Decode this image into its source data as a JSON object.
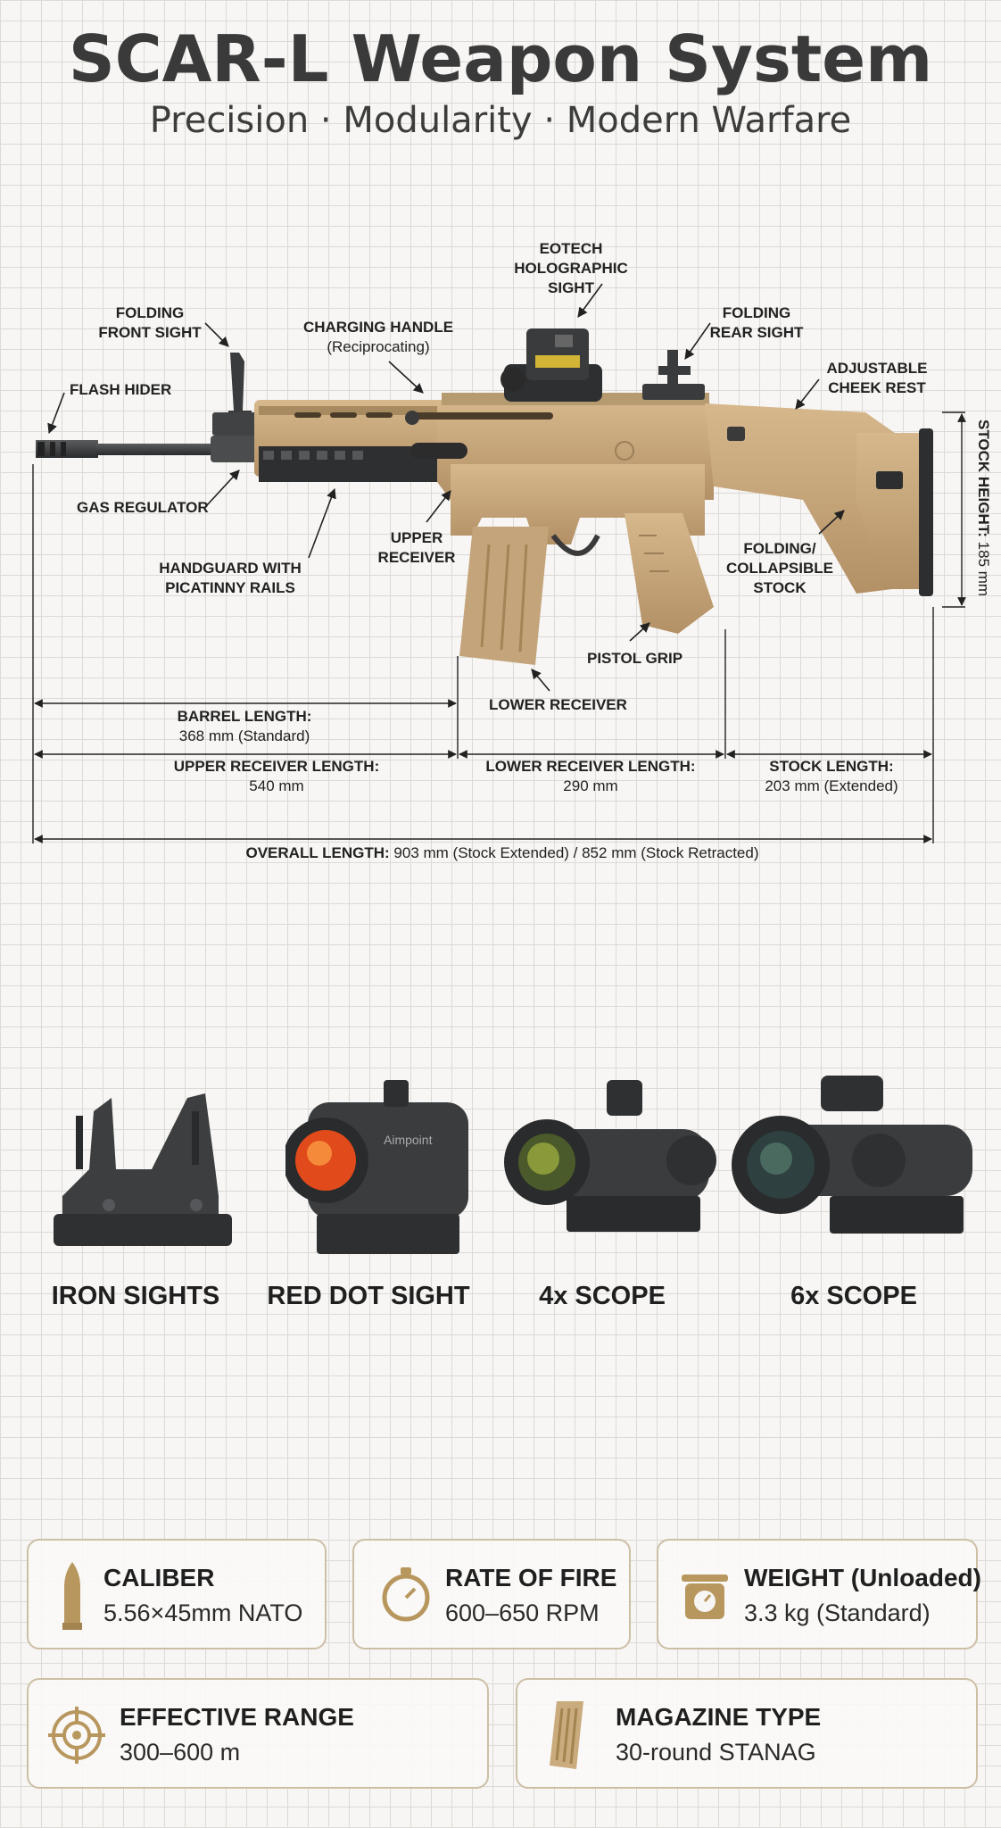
{
  "header": {
    "title": "SCAR-L Weapon System",
    "subtitle": "Precision · Modularity · Modern Warfare"
  },
  "callouts": {
    "eotech": [
      "EOTECH",
      "HOLOGRAPHIC",
      "SIGHT"
    ],
    "front_sight": [
      "FOLDING",
      "FRONT SIGHT"
    ],
    "charging_handle": "CHARGING HANDLE",
    "charging_handle_sub": "(Reciprocating)",
    "rear_sight": [
      "FOLDING",
      "REAR SIGHT"
    ],
    "cheek_rest": [
      "ADJUSTABLE",
      "CHEEK REST"
    ],
    "flash_hider": "FLASH HIDER",
    "gas_regulator": "GAS REGULATOR",
    "handguard": [
      "HANDGUARD WITH",
      "PICATINNY RAILS"
    ],
    "upper_receiver": [
      "UPPER",
      "RECEIVER"
    ],
    "stock": [
      "FOLDING/",
      "COLLAPSIBLE",
      "STOCK"
    ],
    "pistol_grip": "PISTOL GRIP",
    "lower_receiver": "LOWER RECEIVER"
  },
  "dimensions": {
    "barrel_label": "BARREL LENGTH:",
    "barrel_value": "368 mm (Standard)",
    "upper_label": "UPPER RECEIVER LENGTH:",
    "upper_value": "540 mm",
    "lower_label": "LOWER RECEIVER LENGTH:",
    "lower_value": "290 mm",
    "stock_label": "STOCK LENGTH:",
    "stock_value": "203 mm (Extended)",
    "overall_label": "OVERALL LENGTH:",
    "overall_value": "903 mm (Stock Extended) / 852 mm (Stock Retracted)",
    "stock_height_label": "STOCK HEIGHT:",
    "stock_height_value": "185 mm"
  },
  "optics": [
    {
      "label": "IRON SIGHTS",
      "icon": "iron-sights-icon"
    },
    {
      "label": "RED DOT SIGHT",
      "icon": "red-dot-sight-icon",
      "brand": "Aimpoint"
    },
    {
      "label": "4x SCOPE",
      "icon": "4x-scope-icon"
    },
    {
      "label": "6x SCOPE",
      "icon": "6x-scope-icon"
    }
  ],
  "specs": {
    "caliber": {
      "label": "CALIBER",
      "value": "5.56×45mm NATO",
      "icon": "bullet-icon"
    },
    "rate_of_fire": {
      "label": "RATE OF FIRE",
      "value": "600–650 RPM",
      "icon": "stopwatch-icon"
    },
    "weight": {
      "label": "WEIGHT (Unloaded)",
      "value": "3.3 kg (Standard)",
      "icon": "scale-icon"
    },
    "range": {
      "label": "EFFECTIVE RANGE",
      "value": "300–600 m",
      "icon": "crosshair-icon"
    },
    "magazine": {
      "label": "MAGAZINE TYPE",
      "value": "30-round STANAG",
      "icon": "magazine-icon"
    }
  },
  "colors": {
    "tan": "#c4a47a",
    "dark": "#3a3a3a",
    "border": "#cdbfa6",
    "icon": "#b8975f"
  }
}
